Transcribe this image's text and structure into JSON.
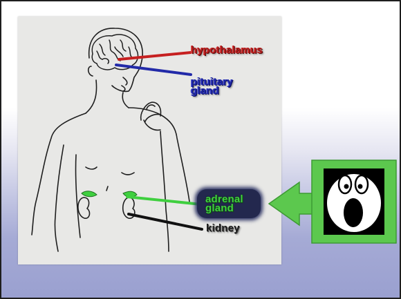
{
  "labels": {
    "hypothalamus": "hypothalamus",
    "pituitary": "pituitary\ngland",
    "adrenal": "adrenal\ngland",
    "kidney": "kidney"
  },
  "icons": {
    "brain": "brain-icon",
    "kidney": "kidney-icon",
    "adrenal": "adrenal-gland-icon",
    "arrow": "arrow-left-icon",
    "screaming_face": "screaming-face-icon"
  },
  "colors": {
    "hypothalamus": "#b51d1d",
    "pituitary": "#1f27a8",
    "adrenal": "#3fcf3f",
    "kidney": "#1a1a1a",
    "arrow_green": "#5cc84e"
  }
}
